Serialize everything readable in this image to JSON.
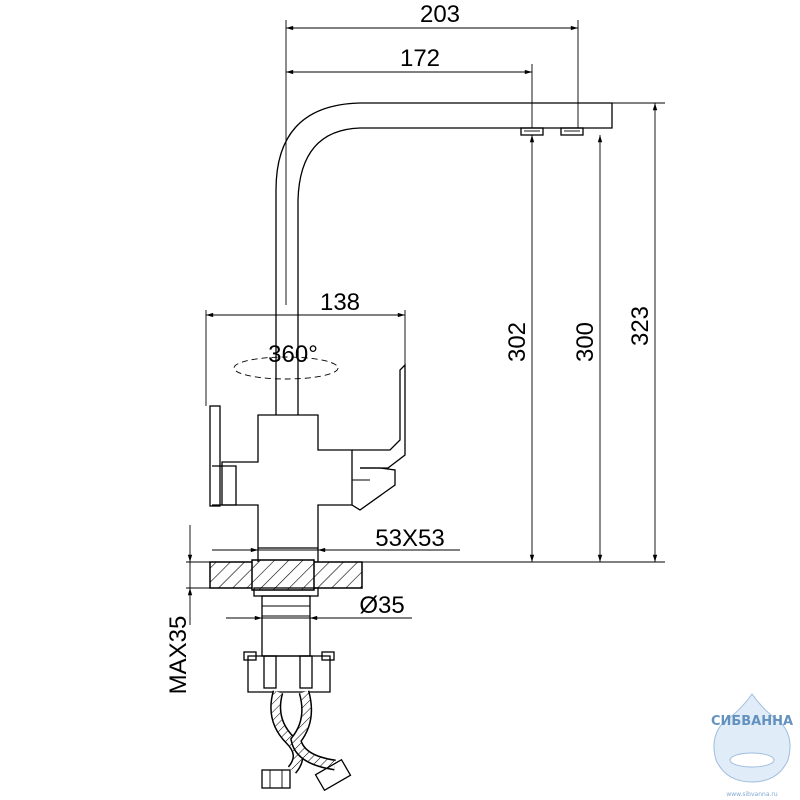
{
  "drawing": {
    "dims": {
      "d203": "203",
      "d172": "172",
      "d138": "138",
      "d360": "360°",
      "d302": "302",
      "d300": "300",
      "d323": "323",
      "d53x53": "53X53",
      "d35dia": "Ø35",
      "dmax35": "MAX35"
    },
    "logo": {
      "name": "СИБВАННА",
      "url": "www.sibvanna.ru"
    }
  }
}
